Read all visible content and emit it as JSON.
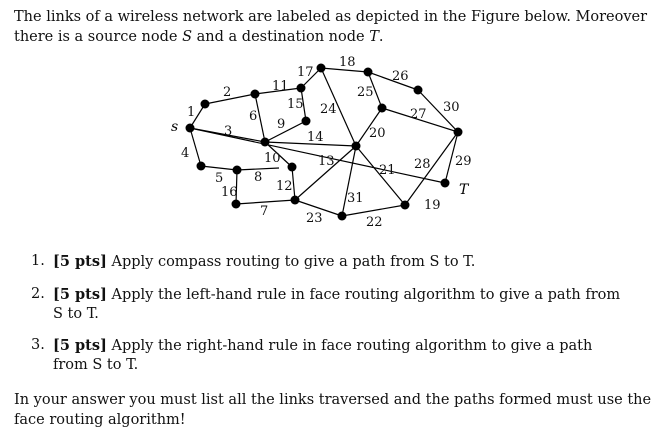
{
  "intro": {
    "p1": "The links of a wireless network are labeled as depicted in the Figure below. Moreover there is a source node ",
    "s": "S",
    "p2": " and a destination node ",
    "t": "T",
    "p3": "."
  },
  "figure": {
    "source_label": "s",
    "dest_label": "T",
    "edge_labels": [
      "1",
      "2",
      "3",
      "4",
      "5",
      "6",
      "7",
      "8",
      "9",
      "10",
      "11",
      "12",
      "13",
      "14",
      "15",
      "16",
      "17",
      "18",
      "19",
      "20",
      "21",
      "22",
      "23",
      "24",
      "25",
      "26",
      "27",
      "28",
      "29",
      "30",
      "31"
    ]
  },
  "questions": [
    {
      "number": "1.",
      "points": "[5 pts]",
      "text": " Apply compass routing to give a path from S to T."
    },
    {
      "number": "2.",
      "points": "[5 pts]",
      "text": " Apply the left-hand rule in face routing algorithm to give a path from S to T."
    },
    {
      "number": "3.",
      "points": "[5 pts]",
      "text": " Apply the right-hand rule in face routing algorithm to give a path from S to T."
    }
  ],
  "footer": "In your answer you must list all the links traversed and the paths formed must use the face routing algorithm!"
}
